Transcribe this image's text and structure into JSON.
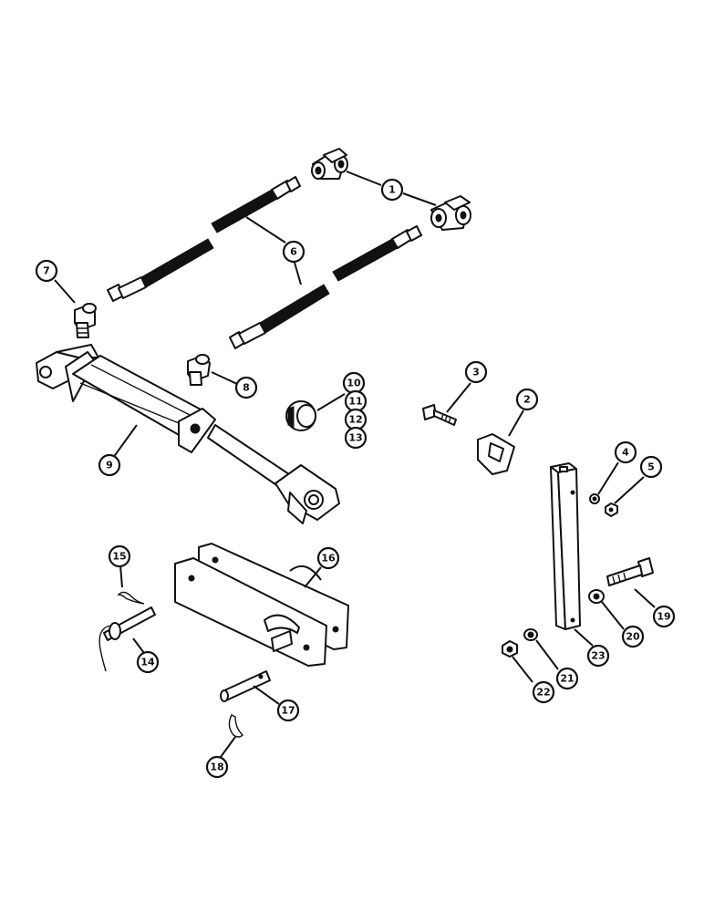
{
  "callouts": {
    "c1": "1",
    "c2": "2",
    "c3": "3",
    "c4": "4",
    "c5": "5",
    "c6a": "6",
    "c6b": "6",
    "c7": "7",
    "c8": "8",
    "c9": "9",
    "c10": "10",
    "c11": "11",
    "c12": "12",
    "c13": "13",
    "c14": "14",
    "c15": "15",
    "c16": "16",
    "c17": "17",
    "c18": "18",
    "c19": "19",
    "c20": "20",
    "c21": "21",
    "c22": "22",
    "c23": "23"
  }
}
